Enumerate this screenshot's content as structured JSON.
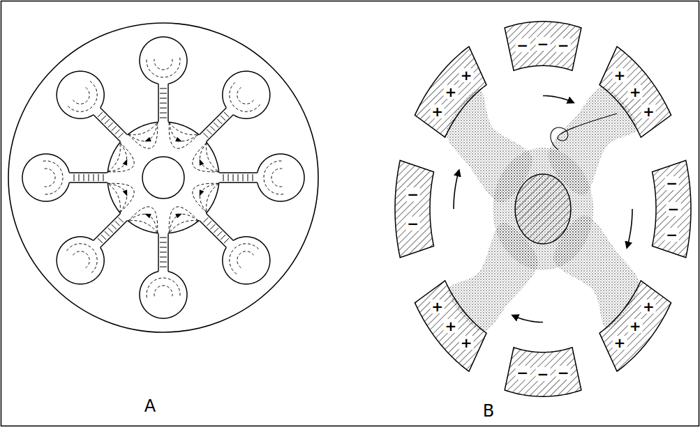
{
  "diagram": {
    "labels": [
      "−",
      "−",
      "−",
      "+",
      "+",
      "+",
      "−",
      "−",
      "−",
      "+",
      "+",
      "+",
      "−",
      "−",
      "−",
      "+",
      "+",
      "+",
      "−",
      "−",
      "+",
      "+",
      "+",
      "A",
      "B"
    ]
  }
}
